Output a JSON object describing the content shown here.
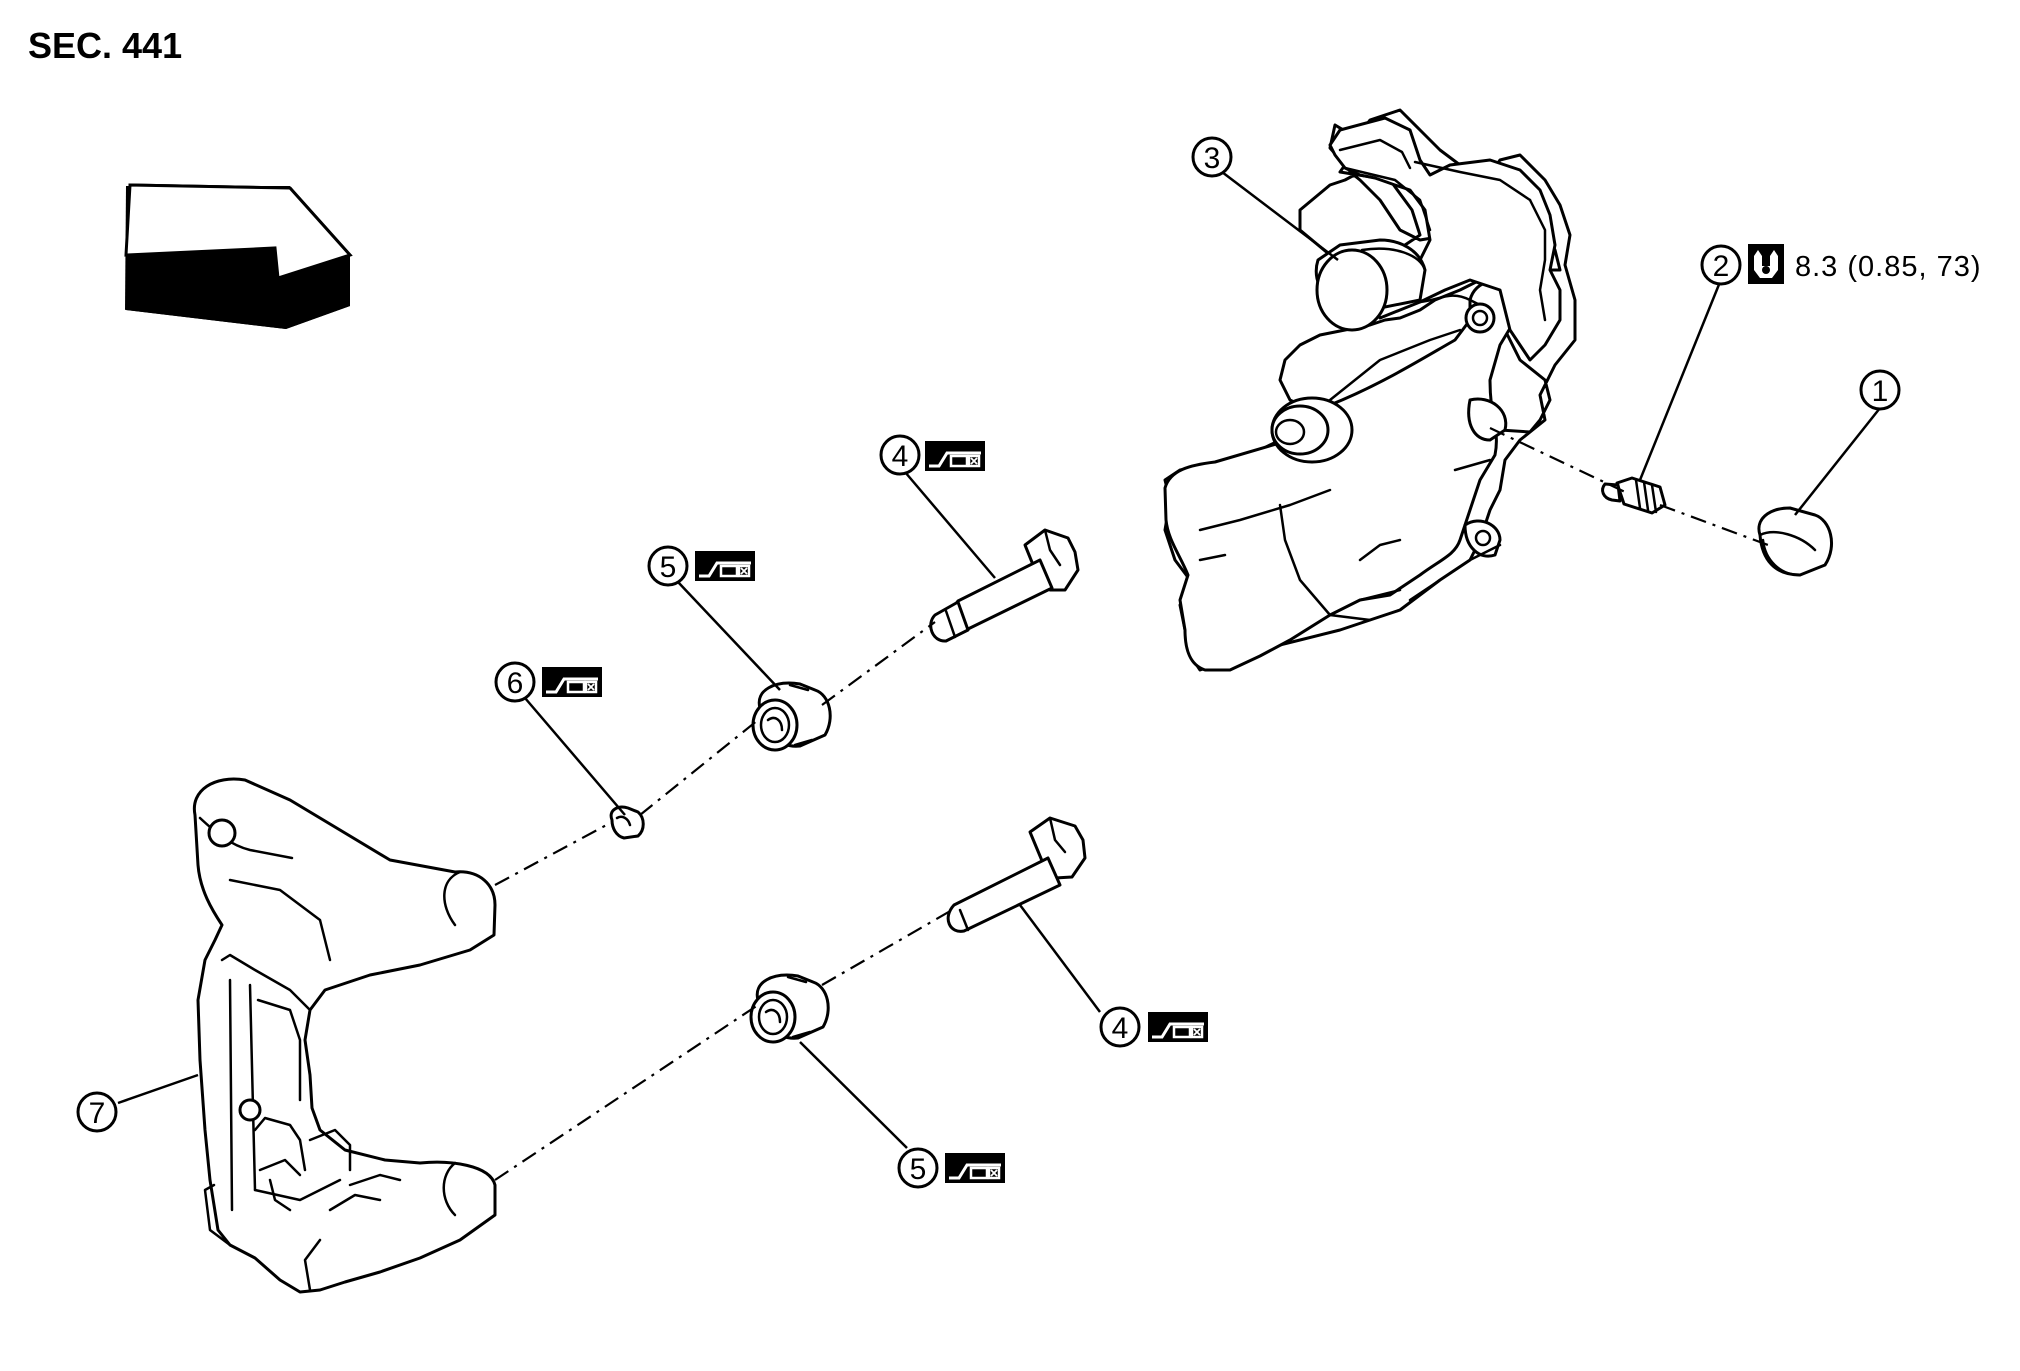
{
  "section_label": "SEC. 441",
  "callouts": [
    {
      "id": "1",
      "label": "1"
    },
    {
      "id": "2",
      "label": "2",
      "torque": "8.3 (0.85, 73)"
    },
    {
      "id": "3",
      "label": "3"
    },
    {
      "id": "4a",
      "label": "4"
    },
    {
      "id": "4b",
      "label": "4"
    },
    {
      "id": "5a",
      "label": "5"
    },
    {
      "id": "5b",
      "label": "5"
    },
    {
      "id": "6",
      "label": "6"
    },
    {
      "id": "7",
      "label": "7"
    }
  ],
  "icons": {
    "grease": "grease-application-icon",
    "torque": "tightening-torque-icon",
    "front_arrow": "front-direction-arrow-icon"
  }
}
